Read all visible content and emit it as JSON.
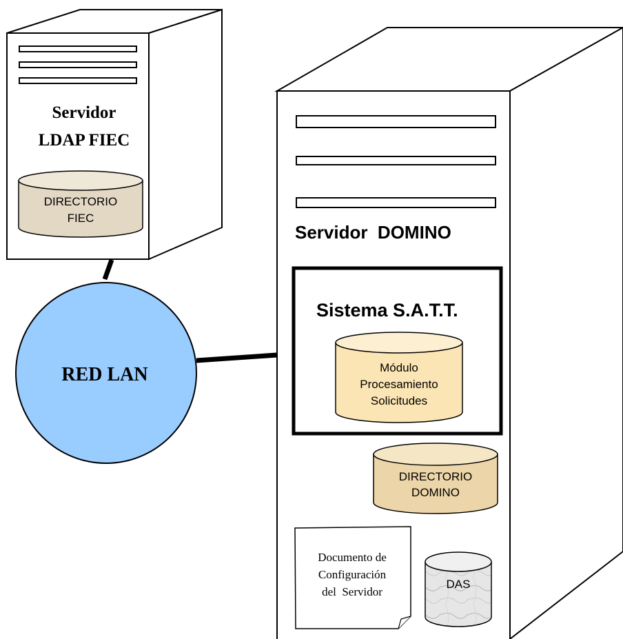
{
  "ldap_server": {
    "title_line1": "Servidor",
    "title_line2": "LDAP FIEC",
    "directory": {
      "line1": "DIRECTORIO",
      "line2": "FIEC"
    }
  },
  "network": {
    "label": "RED LAN"
  },
  "domino_server": {
    "title": "Servidor  DOMINO",
    "satt": {
      "title": "Sistema S.A.T.T.",
      "module": {
        "line1": "Módulo",
        "line2": "Procesamiento",
        "line3": "Solicitudes"
      }
    },
    "directory": {
      "line1": "DIRECTORIO",
      "line2": "DOMINO"
    },
    "config_doc": {
      "line1": "Documento de",
      "line2": "Configuración",
      "line3": "del  Servidor"
    },
    "das": {
      "label": "DAS"
    }
  },
  "colors": {
    "lan_fill": "#99ccff",
    "ldap_directory_fill": "#e3d8c4",
    "satt_module_fill": "#fbe5b4",
    "domino_directory_fill": "#ecd5a8",
    "das_fill": "#d8d8d8"
  }
}
